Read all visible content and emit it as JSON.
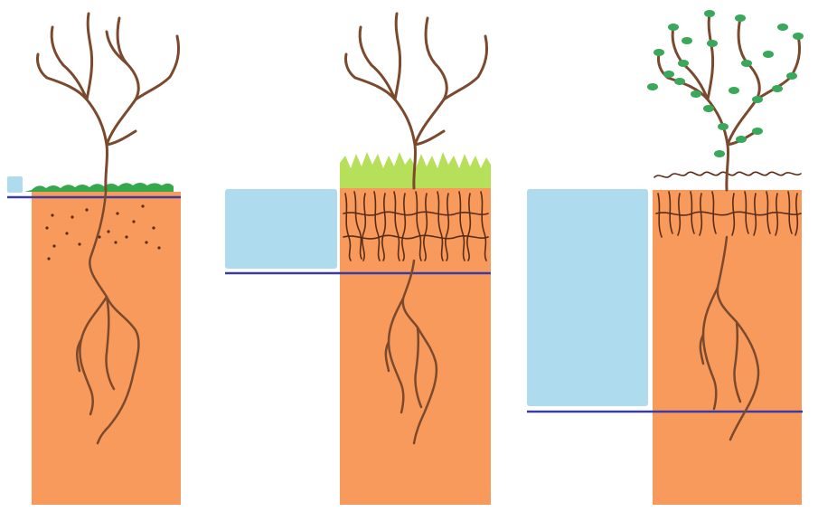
{
  "colors": {
    "background": "#ffffff",
    "soil": "#f79a5c",
    "water": "#aedcee",
    "water_line": "#3a3ca0",
    "root": "#7b4a2e",
    "moss": "#34a84a",
    "grass": "#b6e05a",
    "leaf": "#3aa85a",
    "seed": "#5a2d18"
  },
  "panels": [
    {
      "id": "panel-1",
      "stage": "seeds"
    },
    {
      "id": "panel-2",
      "stage": "grass"
    },
    {
      "id": "panel-3",
      "stage": "shrub"
    }
  ]
}
